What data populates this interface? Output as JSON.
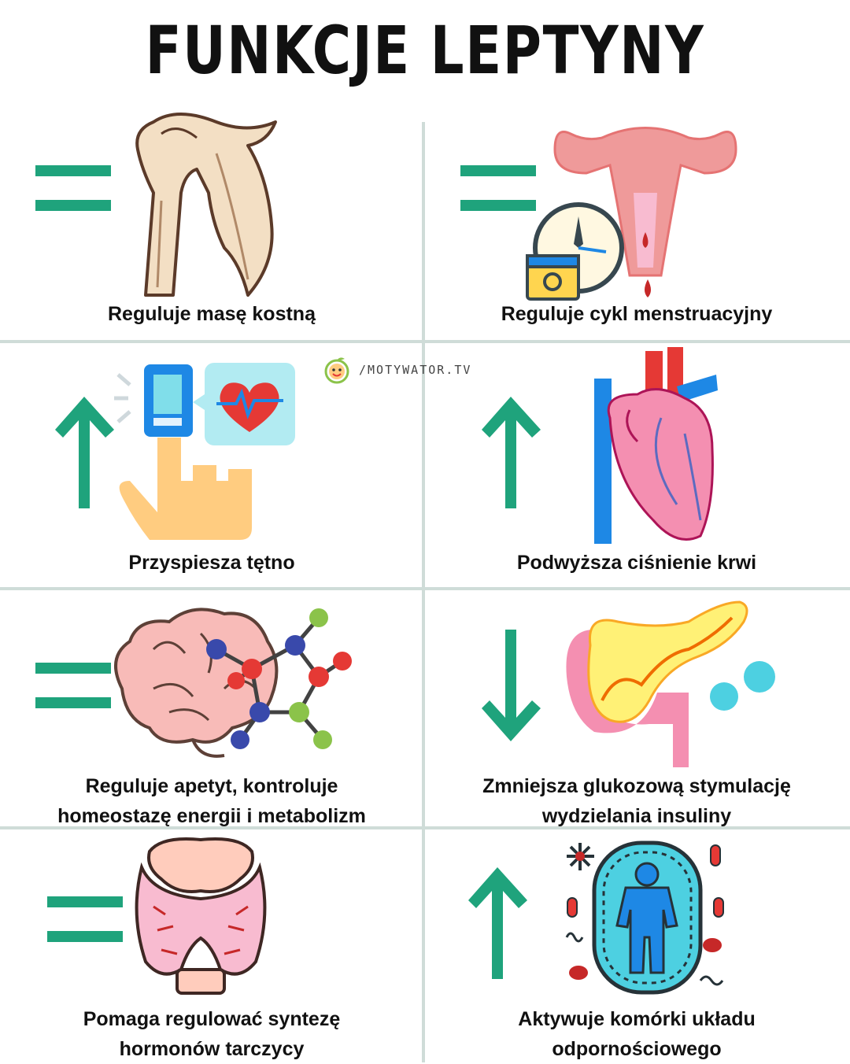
{
  "title": "FUNKCJE LEPTYNY",
  "watermark": "/MOTYWATOR.TV",
  "colors": {
    "accent": "#1fa37c",
    "divider": "#cfdcd8",
    "text": "#111111"
  },
  "cells": [
    {
      "symbol": "equals",
      "illustration": "shoulder-bone-icon",
      "label": "Reguluje masę kostną"
    },
    {
      "symbol": "equals",
      "illustration": "uterus-calendar-clock-icon",
      "label": "Reguluje cykl menstruacyjny"
    },
    {
      "symbol": "arrow-up",
      "illustration": "pulse-oximeter-heart-icon",
      "label": "Przyspiesza tętno"
    },
    {
      "symbol": "arrow-up",
      "illustration": "heart-anatomy-icon",
      "label": "Podwyższa ciśnienie krwi"
    },
    {
      "symbol": "equals",
      "illustration": "brain-molecule-icon",
      "label_lines": [
        "Reguluje apetyt, kontroluje",
        "homeostazę energii i metabolizm"
      ]
    },
    {
      "symbol": "arrow-down",
      "illustration": "pancreas-icon",
      "label_lines": [
        "Zmniejsza glukozową stymulację",
        "wydzielania insuliny"
      ]
    },
    {
      "symbol": "equals",
      "illustration": "thyroid-icon",
      "label_lines": [
        "Pomaga regulować syntezę",
        "hormonów tarczycy"
      ]
    },
    {
      "symbol": "arrow-up",
      "illustration": "immune-cell-person-icon",
      "label_lines": [
        "Aktywuje komórki  układu",
        "odpornościowego"
      ]
    }
  ]
}
